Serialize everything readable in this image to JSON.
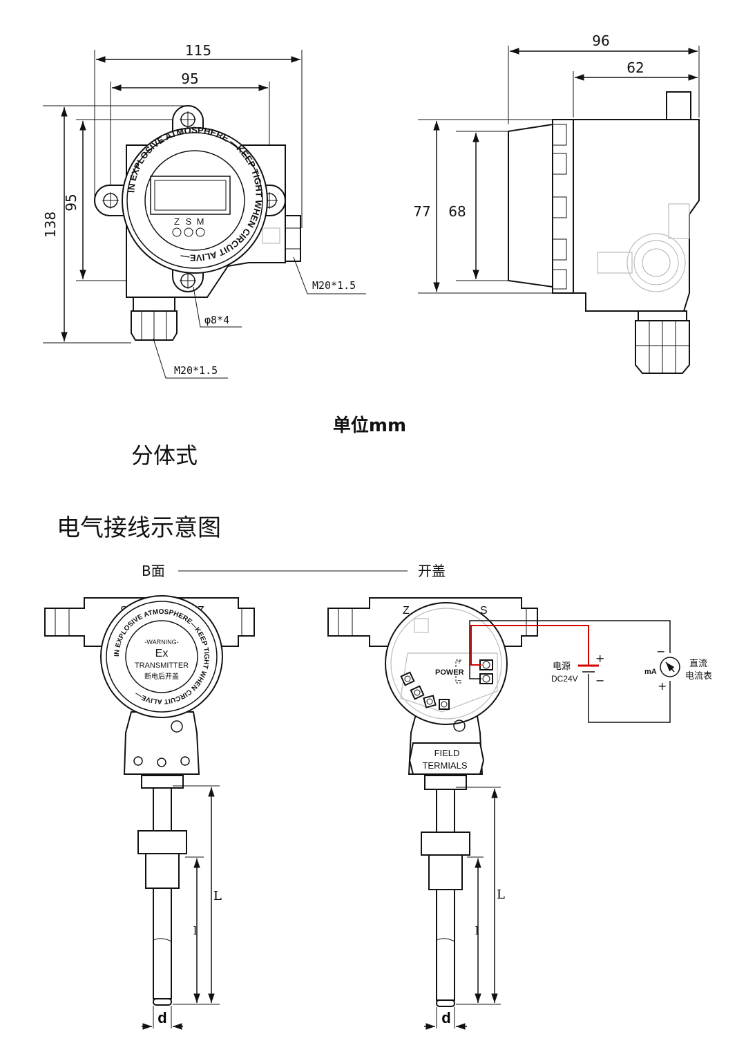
{
  "dimensions": {
    "front_width_overall": "115",
    "front_width_holes": "95",
    "front_height_overall": "138",
    "front_height_holes": "95",
    "cable_thread_side": "M20*1.5",
    "cable_thread_bottom": "M20*1.5",
    "mounting_holes": "φ8*4",
    "side_depth_overall": "96",
    "side_depth_body": "62",
    "side_height_overall": "77",
    "side_height_body": "68"
  },
  "front_view": {
    "ring_text": "IN EXPLOSIVE ATMOSPHERE —KEEP TIGHT WHEN CIRCUIT ALIVE—",
    "buttons": [
      "Z",
      "S",
      "M"
    ]
  },
  "unit_label": "单位mm",
  "split_type_title": "分体式",
  "wiring_title": "电气接线示意图",
  "view_b_label": "B面",
  "view_open_label": "开盖",
  "cover_view": {
    "ring_text": "IN EXPLOSIVE ATMOSPHERE—KEEP TIGHT WHEN CIRCUIT ALIVE—",
    "warning": "-WARNING-",
    "ex": "Ex",
    "transmitter": "TRANSMITTER",
    "cn_warning": "断电后开盖",
    "corner_s": "S",
    "corner_z": "Z"
  },
  "open_view": {
    "power_label": "POWER",
    "field_label_1": "FIELD",
    "field_label_2": "TERMIALS",
    "corner_z": "Z",
    "corner_s": "S"
  },
  "circuit": {
    "supply_label": "电源",
    "supply_voltage": "DC24V",
    "plus": "+",
    "minus": "−",
    "meter_unit": "mA",
    "meter_label_1": "直流",
    "meter_label_2": "电流表"
  },
  "probe": {
    "length_label": "L",
    "insertion_label": "l",
    "diameter_label": "d"
  }
}
